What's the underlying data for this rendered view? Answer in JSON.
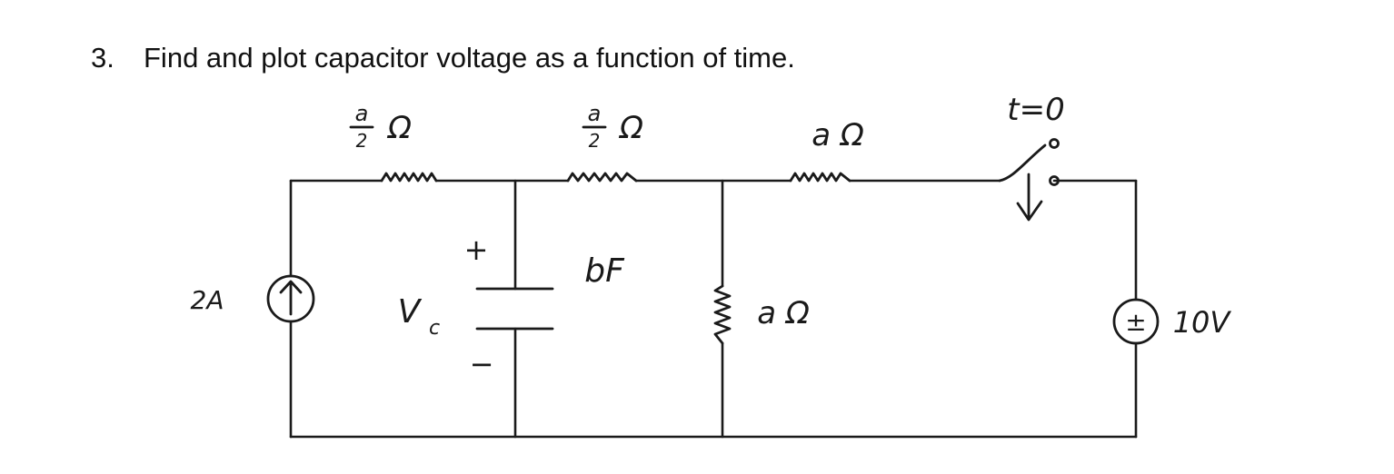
{
  "problem": {
    "number": "3.",
    "text": "Find and plot capacitor voltage as a function of time."
  },
  "labels": {
    "r1_num": "a",
    "r1_den": "2",
    "r1_unit": "Ω",
    "r2_num": "a",
    "r2_den": "2",
    "r2_unit": "Ω",
    "r3": "a Ω",
    "r4": "a Ω",
    "switch_time": "t=0",
    "current_source": "2A",
    "voltage_source": "10V",
    "source_polarity": "±",
    "capacitor": "bF",
    "cap_voltage_main": "V",
    "cap_voltage_sub": "c",
    "cap_plus": "+",
    "cap_minus": "−"
  },
  "colors": {
    "ink": "#1a1a1a",
    "background": "#ffffff"
  }
}
